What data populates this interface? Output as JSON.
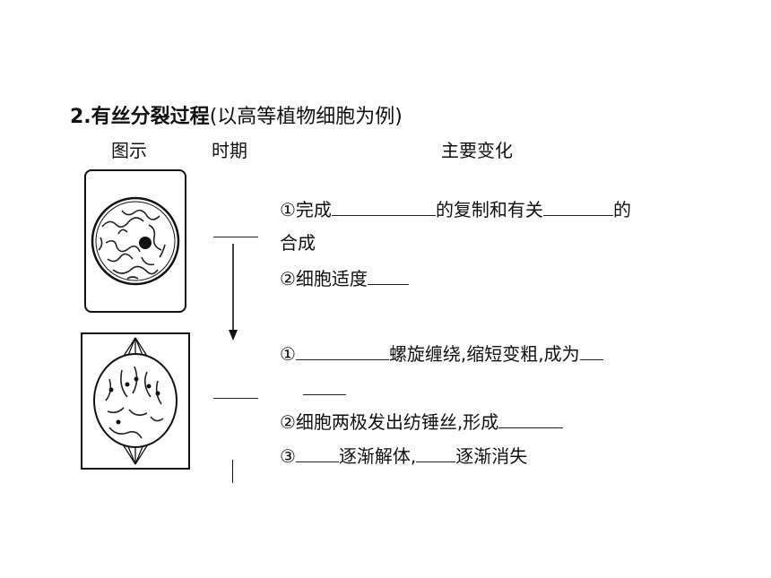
{
  "title": {
    "number": "2.",
    "heading": "有丝分裂过程",
    "note": "(以高等植物细胞为例)"
  },
  "columns": {
    "figure": "图示",
    "period": "时期",
    "changes": "主要变化"
  },
  "stage1": {
    "l1_a": "①完成",
    "l1_b": "的复制和有关",
    "l1_c": "的",
    "l2": "合成",
    "l3": "②细胞适度"
  },
  "stage2": {
    "l1_a": "①",
    "l1_b": "螺旋缠绕,缩短变粗,成为",
    "l3": "②细胞两极发出纺锤丝,形成",
    "l4_a": "③",
    "l4_b": "逐渐解体,",
    "l4_c": "逐渐消失"
  }
}
